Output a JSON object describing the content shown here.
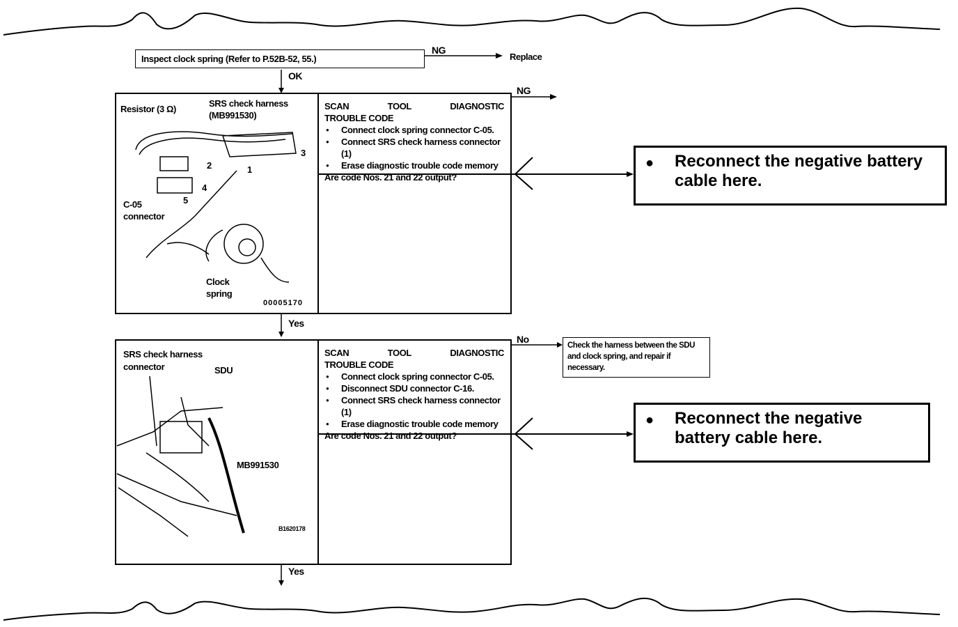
{
  "inspect_box": {
    "text": "Inspect clock spring (Refer to P.52B-52, 55.)"
  },
  "ng_top": {
    "label": "NG",
    "result": "Replace"
  },
  "ok_label": "OK",
  "ng_second": "NG",
  "step1": {
    "illustration": {
      "resistor": "Resistor (3 Ω)",
      "harness_line1": "SRS check harness",
      "harness_line2": "(MB991530)",
      "num1": "1",
      "num2": "2",
      "num3": "3",
      "num4": "4",
      "num5": "5",
      "c05_line1": "C-05",
      "c05_line2": "connector",
      "clock_line1": "Clock",
      "clock_line2": "spring",
      "code": "00005170"
    },
    "heading_words": [
      "SCAN",
      "TOOL",
      "DIAGNOSTIC"
    ],
    "heading_line2": "TROUBLE CODE",
    "bullets": [
      "Connect clock spring connector C-05.",
      "Connect SRS check harness connector (1)",
      "Erase diagnostic trouble code memory"
    ],
    "question": "Are code Nos. 21 and 22 output?"
  },
  "callout1": {
    "text": "Reconnect the negative battery cable here."
  },
  "yes1": "Yes",
  "no_label": "No",
  "check_box": {
    "text": "Check the harness between the SDU and clock spring, and repair if necessary."
  },
  "step2": {
    "illustration": {
      "harness_line1": "SRS check harness",
      "harness_line2": "connector",
      "sdu": "SDU",
      "mb": "MB991530",
      "code": "B1620178"
    },
    "heading_words": [
      "SCAN",
      "TOOL",
      "DIAGNOSTIC"
    ],
    "heading_line2": "TROUBLE CODE",
    "bullets": [
      "Connect clock spring connector C-05.",
      "Disconnect SDU connector C-16.",
      "Connect SRS check harness connector (1)",
      "Erase diagnostic trouble code memory"
    ],
    "question": "Are code Nos. 21 and 22 output?"
  },
  "callout2": {
    "text": "Reconnect the negative battery cable here."
  },
  "yes2": "Yes"
}
